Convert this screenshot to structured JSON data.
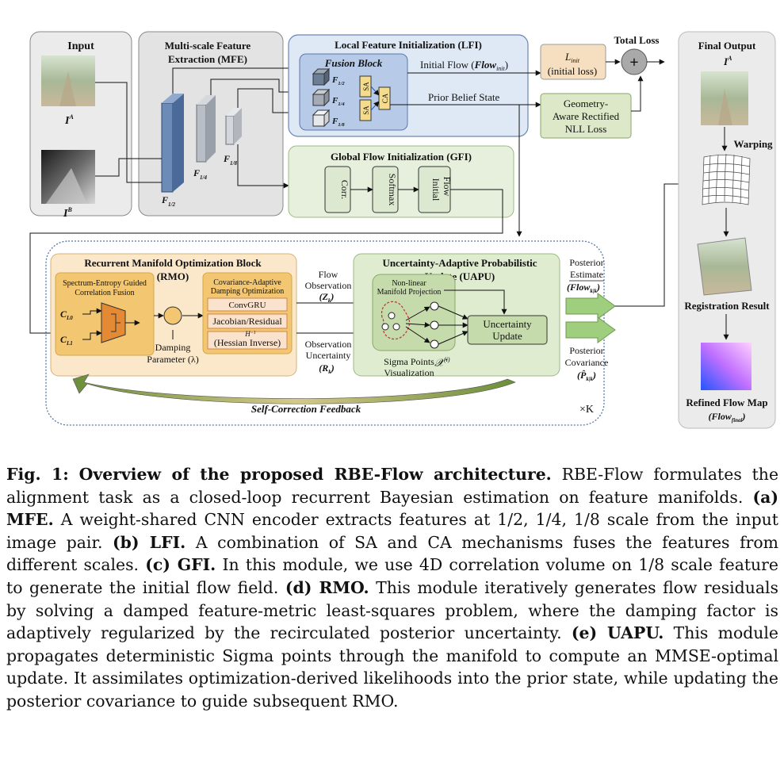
{
  "input": {
    "title": "Input",
    "image_a_label": "I",
    "image_a_sup": "A",
    "image_b_label": "I",
    "image_b_sup": "B"
  },
  "mfe": {
    "title_line1": "Multi-scale Feature",
    "title_line2": "Extraction",
    "title_abbr": "(MFE)",
    "features": [
      {
        "label": "F",
        "sub": "1/2"
      },
      {
        "label": "F",
        "sub": "1/4"
      },
      {
        "label": "F",
        "sub": "1/8"
      }
    ]
  },
  "lfi": {
    "title": "Local Feature Initialization",
    "title_abbr": "(LFI)",
    "fusion_block": "Fusion Block",
    "features": [
      {
        "label": "F",
        "sub": "1/2"
      },
      {
        "label": "F",
        "sub": "1/4"
      },
      {
        "label": "F",
        "sub": "1/8"
      }
    ],
    "sa": "SA",
    "ca": "CA",
    "initial_flow_text": "Initial Flow (",
    "initial_flow_sym": "Flow",
    "initial_flow_sub": "init",
    "initial_flow_close": ")",
    "prior_belief": "Prior Belief State"
  },
  "loss": {
    "l_init": "L",
    "l_init_sub": "init",
    "l_init_caption": "(initial loss)",
    "nll_line1": "Geometry-",
    "nll_line2": "Aware Rectified",
    "nll_line3": "NLL Loss",
    "total_loss": "Total Loss",
    "plus": "+"
  },
  "gfi": {
    "title": "Global Flow Initialization",
    "title_abbr": "(GFI)",
    "corr": "Corr.",
    "softmax": "Softmax",
    "initial_line1": "Initial",
    "initial_line2": "Flow"
  },
  "rmo": {
    "title": "Recurrent Manifold Optimization Block",
    "title_abbr": "(RMO)",
    "spectrum_line1": "Spectrum-Entropy Guided",
    "spectrum_line2": "Correlation Fusion",
    "c_l0": "C",
    "c_l0_sub": "L0",
    "c_l1": "C",
    "c_l1_sub": "L1",
    "cov_line1": "Covariance-Adaptive",
    "cov_line2": "Damping Optimization",
    "convgru": "ConvGRU",
    "jacobian": "Jacobian/Residual",
    "hessian_h": "H",
    "hessian_sup": "−1",
    "hessian_text": "(Hessian Inverse)",
    "damping_line1": "Damping",
    "damping_line2": "Parameter (λ)"
  },
  "middle": {
    "flow_obs_line1": "Flow",
    "flow_obs_line2": "Observation",
    "flow_obs_sym": "(Z",
    "flow_obs_sub": "k",
    "flow_obs_close": ")",
    "obs_unc_line1": "Observation",
    "obs_unc_line2": "Uncertainty",
    "obs_unc_sym": "(R",
    "obs_unc_sub": "k",
    "obs_unc_close": ")"
  },
  "uapu": {
    "title_line1": "Uncertainty-Adaptive Probabilistic",
    "title_line2": "Update",
    "title_abbr": "(UAPU)",
    "nonlinear_line1": "Non-linear",
    "nonlinear_line2": "Manifold Projection",
    "update_line1": "Uncertainty",
    "update_line2": "Update",
    "sigma_line1": "Sigma Points",
    "sigma_line2": "Visualization",
    "chi": "𝒳",
    "chi_sup": "(i)"
  },
  "posterior": {
    "est_line1": "Posterior",
    "est_line2": "Estimate",
    "est_sym": "Flow",
    "est_sub": "k|k",
    "cov_line1": "Posterior",
    "cov_line2": "Covariance",
    "cov_sym": "P̂",
    "cov_sub": "k|k"
  },
  "feedback": {
    "label": "Self-Correction Feedback",
    "iterations": "×K"
  },
  "output": {
    "title": "Final Output",
    "image_label": "I",
    "image_sup": "A",
    "warping": "Warping",
    "registration": "Registration Result",
    "refined_line1": "Refined Flow Map",
    "refined_sym": "Flow",
    "refined_sub": "final"
  },
  "caption": {
    "fig_label": "Fig. 1:",
    "fig_title": "Overview of the proposed RBE-Flow architecture.",
    "intro": "RBE-Flow formulates the alignment task as a closed-loop recurrent Bayesian estimation on feature manifolds.",
    "a_label": "(a) MFE.",
    "a_text": "A weight-shared CNN encoder extracts features at 1/2, 1/4, 1/8 scale from the input image pair.",
    "b_label": "(b) LFI.",
    "b_text": "A combination of SA and CA mechanisms fuses the features from different scales.",
    "c_label": "(c) GFI.",
    "c_text": "In this module, we use 4D correlation volume on 1/8 scale feature to generate the initial flow field.",
    "d_label": "(d) RMO.",
    "d_text": "This module iteratively generates flow residuals by solving a damped feature-metric least-squares problem, where the damping factor is adaptively regularized by the recirculated posterior uncertainty.",
    "e_label": "(e) UAPU.",
    "e_text": "This module propagates deterministic Sigma points through the manifold to compute an MMSE-optimal update. It assimilates optimization-derived likelihoods into the prior state, while updating the posterior covariance to guide subsequent RMO."
  }
}
